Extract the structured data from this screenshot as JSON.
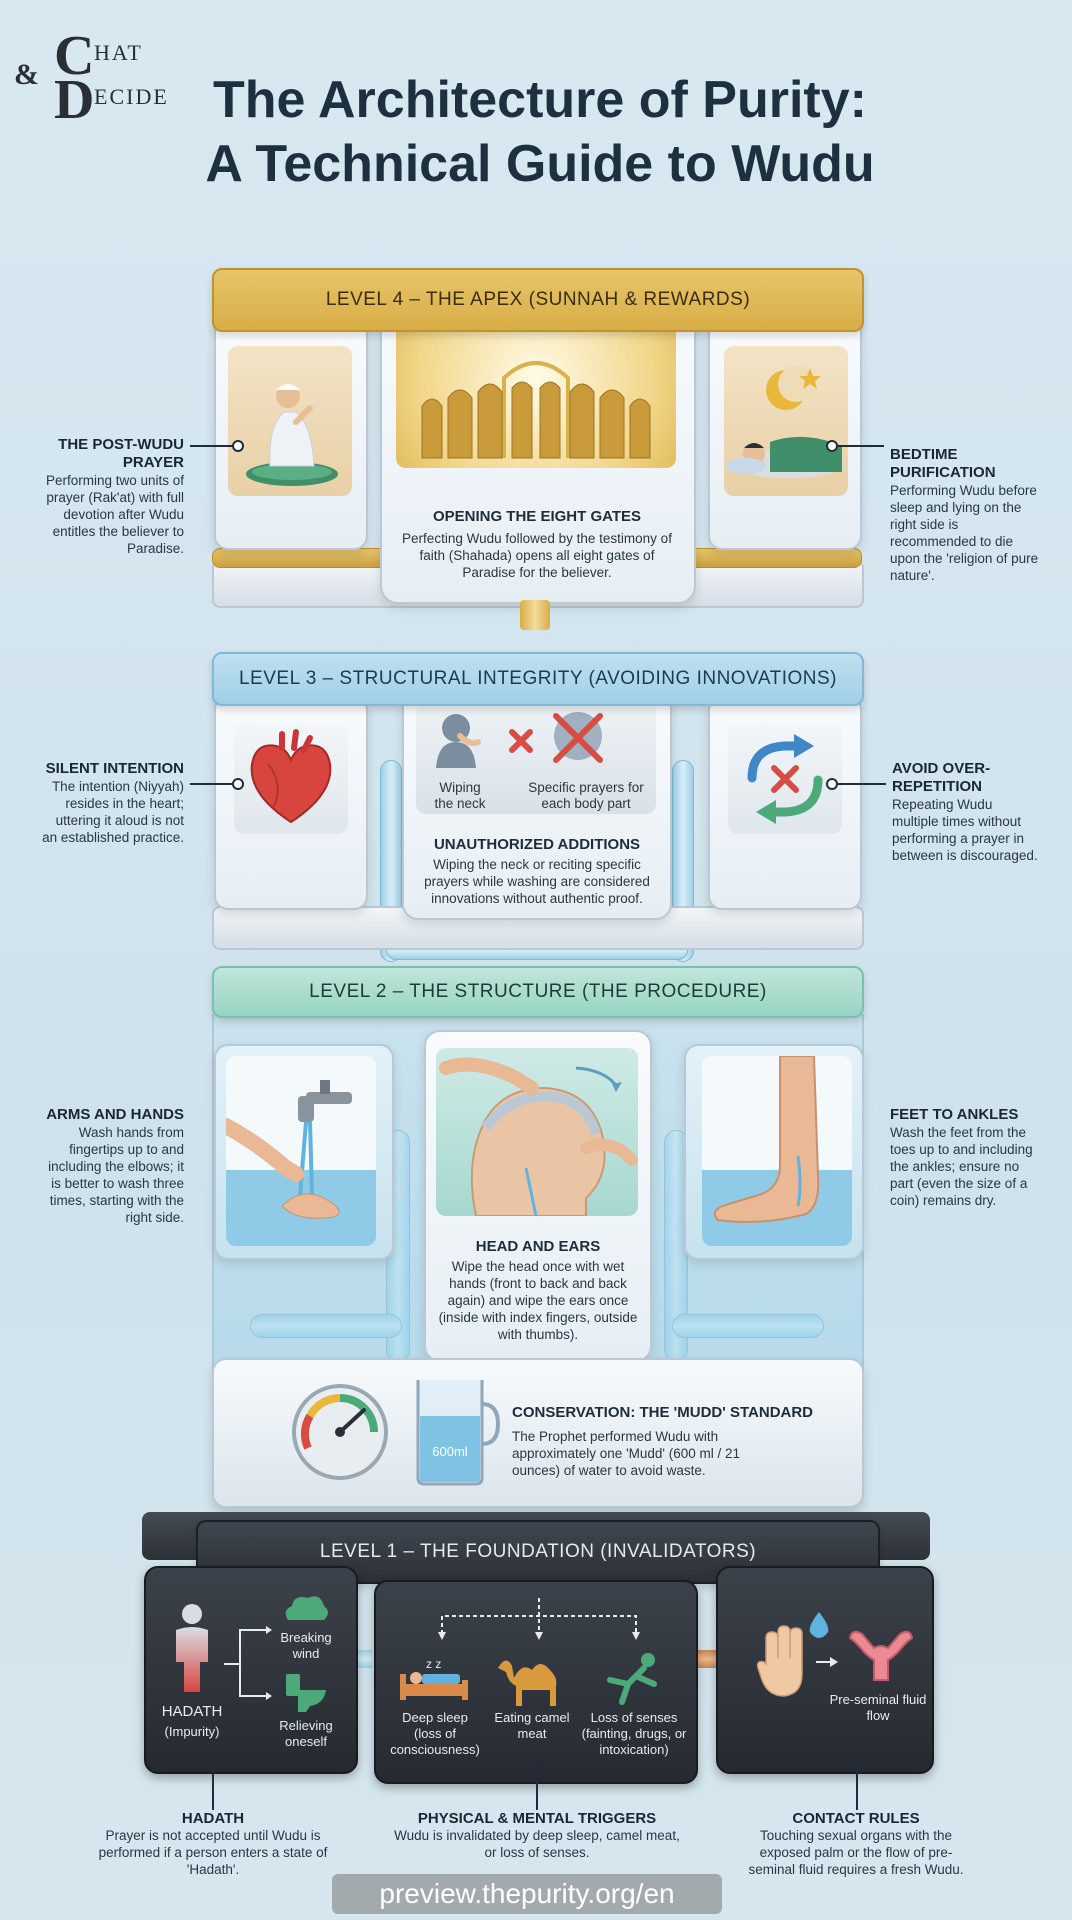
{
  "logo": {
    "amp": "&",
    "c": "C",
    "d": "D",
    "hat": "HAT",
    "ecide": "ECIDE"
  },
  "title": {
    "line1": "The Architecture of Purity:",
    "line2": "A Technical Guide to Wudu"
  },
  "level4": {
    "band": "LEVEL 4 – THE APEX (SUNNAH & REWARDS)",
    "left": {
      "title": "THE POST-WUDU PRAYER",
      "text": "Performing two units of prayer (Rak'at) with full devotion after Wudu entitles the believer to Paradise."
    },
    "center": {
      "title": "OPENING THE EIGHT GATES",
      "text": "Perfecting Wudu followed by the testimony of faith (Shahada) opens all eight gates of Paradise for the believer."
    },
    "right": {
      "title": "BEDTIME PURIFICATION",
      "text": "Performing Wudu before sleep and lying on the right side is recommended to die upon the 'religion of pure nature'."
    }
  },
  "level3": {
    "band": "LEVEL 3 – STRUCTURAL INTEGRITY (AVOIDING INNOVATIONS)",
    "left": {
      "title": "SILENT INTENTION",
      "text": "The intention (Niyyah) resides in the heart; uttering it aloud is not an established practice."
    },
    "center": {
      "label1": "Wiping the neck",
      "label2": "Specific prayers for each body part",
      "title": "UNAUTHORIZED ADDITIONS",
      "text": "Wiping the neck or reciting specific prayers while washing are considered innovations without authentic proof."
    },
    "right": {
      "title": "AVOID OVER-REPETITION",
      "text": "Repeating Wudu multiple times without performing a prayer in between is discouraged."
    }
  },
  "level2": {
    "band": "LEVEL 2 – THE STRUCTURE (THE PROCEDURE)",
    "left": {
      "title": "ARMS AND HANDS",
      "text": "Wash hands from fingertips up to and including the elbows; it is better to wash three times, starting with the right side."
    },
    "center": {
      "title": "HEAD AND EARS",
      "text": "Wipe the head once with wet hands (front to back and back again) and wipe the ears once (inside with index fingers, outside with thumbs)."
    },
    "right": {
      "title": "FEET TO ANKLES",
      "text": "Wash the feet from the toes up to and including the ankles; ensure no part (even the size of a coin) remains dry."
    }
  },
  "conservation": {
    "title": "CONSERVATION: THE 'MUDD' STANDARD",
    "text": "The Prophet performed Wudu with approximately one 'Mudd' (600 ml / 21 ounces) of water to avoid waste.",
    "beaker": "600ml"
  },
  "level1": {
    "band": "LEVEL 1 – THE FOUNDATION (INVALIDATORS)",
    "left": {
      "hadath": "HADATH",
      "hadath_sub": "(Impurity)",
      "breaking": "Breaking wind",
      "relieving": "Relieving oneself"
    },
    "center": {
      "sleep": "Deep sleep",
      "sleep_sub": "(loss of consciousness)",
      "camel": "Eating camel meat",
      "senses": "Loss of senses",
      "senses_sub": "(fainting, drugs, or intoxication)"
    },
    "right": {
      "fluid": "Pre-seminal fluid flow"
    },
    "bottom_left": {
      "title": "HADATH",
      "text": "Prayer is not accepted until Wudu is performed if a person enters a state of 'Hadath'."
    },
    "bottom_center": {
      "title": "PHYSICAL & MENTAL TRIGGERS",
      "text": "Wudu is invalidated by deep sleep, camel meat, or loss of senses."
    },
    "bottom_right": {
      "title": "CONTACT RULES",
      "text": "Touching sexual organs with the exposed palm or the flow of pre-seminal fluid requires a fresh Wudu."
    }
  },
  "footer": "preview.thepurity.org/en",
  "colors": {
    "gold": "#d8ad46",
    "blue": "#9fcfe7",
    "teal": "#98d4c3",
    "dark": "#2c3138",
    "water": "#7ec3e4"
  }
}
